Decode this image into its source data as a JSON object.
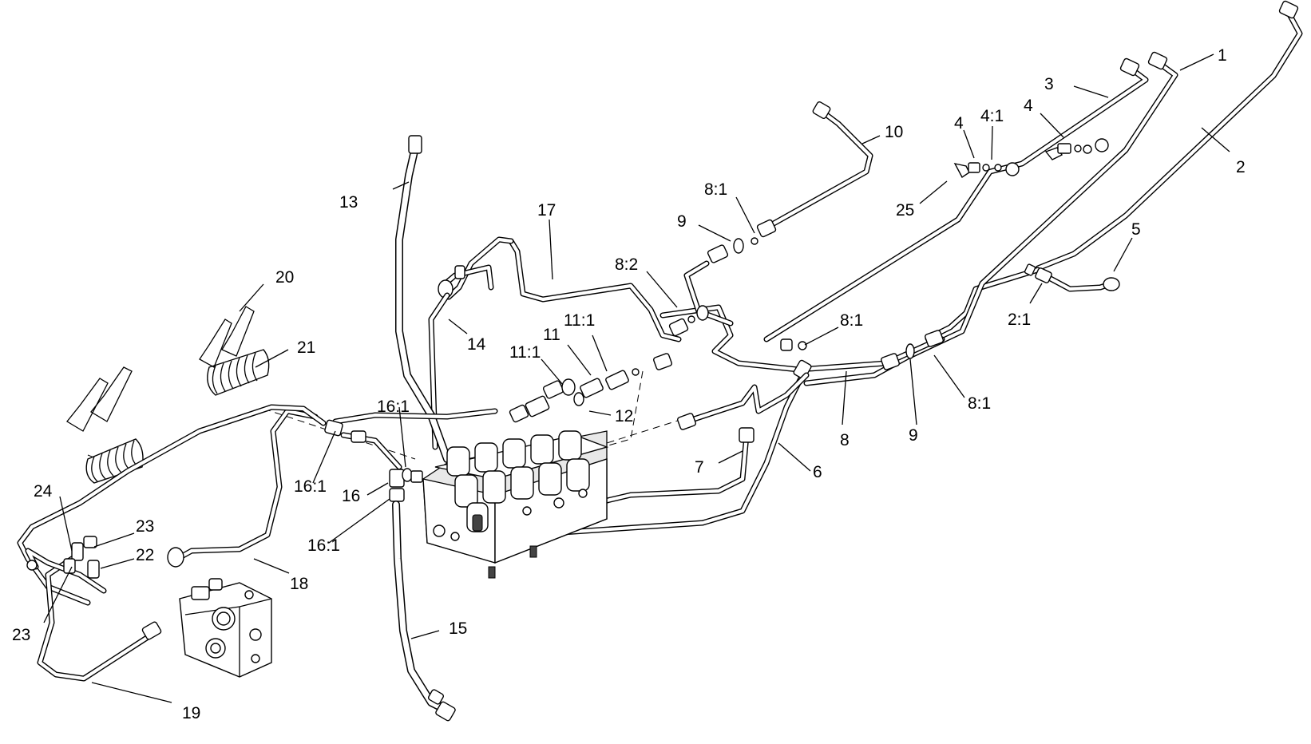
{
  "callouts": [
    {
      "id": "c-1",
      "text": "1"
    },
    {
      "id": "c-2",
      "text": "2"
    },
    {
      "id": "c-3",
      "text": "3"
    },
    {
      "id": "c-4a",
      "text": "4"
    },
    {
      "id": "c-4-1",
      "text": "4:1"
    },
    {
      "id": "c-4b",
      "text": "4"
    },
    {
      "id": "c-5",
      "text": "5"
    },
    {
      "id": "c-2-1",
      "text": "2:1"
    },
    {
      "id": "c-25",
      "text": "25"
    },
    {
      "id": "c-10",
      "text": "10"
    },
    {
      "id": "c-8-1a",
      "text": "8:1"
    },
    {
      "id": "c-9a",
      "text": "9"
    },
    {
      "id": "c-17",
      "text": "17"
    },
    {
      "id": "c-13",
      "text": "13"
    },
    {
      "id": "c-8-2",
      "text": "8:2"
    },
    {
      "id": "c-8-1b",
      "text": "8:1"
    },
    {
      "id": "c-11-1a",
      "text": "11:1"
    },
    {
      "id": "c-11",
      "text": "11"
    },
    {
      "id": "c-11-1b",
      "text": "11:1"
    },
    {
      "id": "c-14",
      "text": "14"
    },
    {
      "id": "c-12",
      "text": "12"
    },
    {
      "id": "c-20",
      "text": "20"
    },
    {
      "id": "c-21",
      "text": "21"
    },
    {
      "id": "c-16-1a",
      "text": "16:1"
    },
    {
      "id": "c-16-1b",
      "text": "16:1"
    },
    {
      "id": "c-16",
      "text": "16"
    },
    {
      "id": "c-16-1c",
      "text": "16:1"
    },
    {
      "id": "c-8",
      "text": "8"
    },
    {
      "id": "c-9b",
      "text": "9"
    },
    {
      "id": "c-8-1c",
      "text": "8:1"
    },
    {
      "id": "c-6",
      "text": "6"
    },
    {
      "id": "c-7",
      "text": "7"
    },
    {
      "id": "c-24",
      "text": "24"
    },
    {
      "id": "c-23a",
      "text": "23"
    },
    {
      "id": "c-22",
      "text": "22"
    },
    {
      "id": "c-23b",
      "text": "23"
    },
    {
      "id": "c-18",
      "text": "18"
    },
    {
      "id": "c-15",
      "text": "15"
    },
    {
      "id": "c-19",
      "text": "19"
    }
  ]
}
